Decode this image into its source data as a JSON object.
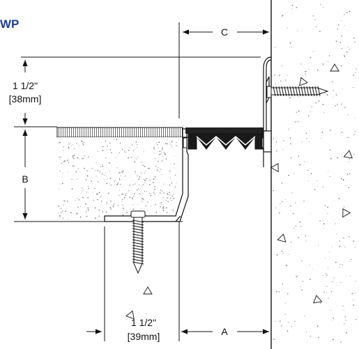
{
  "title": "WP",
  "colors": {
    "title": "#1f3f8f",
    "line": "#111111",
    "concrete_dots": "#777777",
    "insert": "#222222"
  },
  "dimensions": {
    "c": "C",
    "top_imperial": "1 1/2\"",
    "top_metric": "[38mm]",
    "b": "B",
    "bottom_imperial": "1 1/2\"",
    "bottom_metric": "[39mm]",
    "a": "A"
  },
  "icons": {
    "screw_top": "wood-screw-icon",
    "screw_bottom": "wood-screw-icon",
    "aggregate": "aggregate-triangle-icon"
  }
}
